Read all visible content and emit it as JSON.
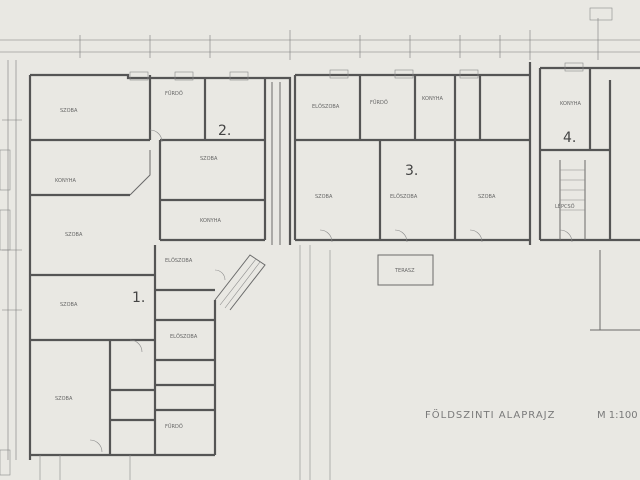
{
  "drawing": {
    "title": "FÖLDSZINTI ALAPRAJZ",
    "scale": "M 1:100"
  },
  "units": [
    "1.",
    "2.",
    "3.",
    "4."
  ]
}
